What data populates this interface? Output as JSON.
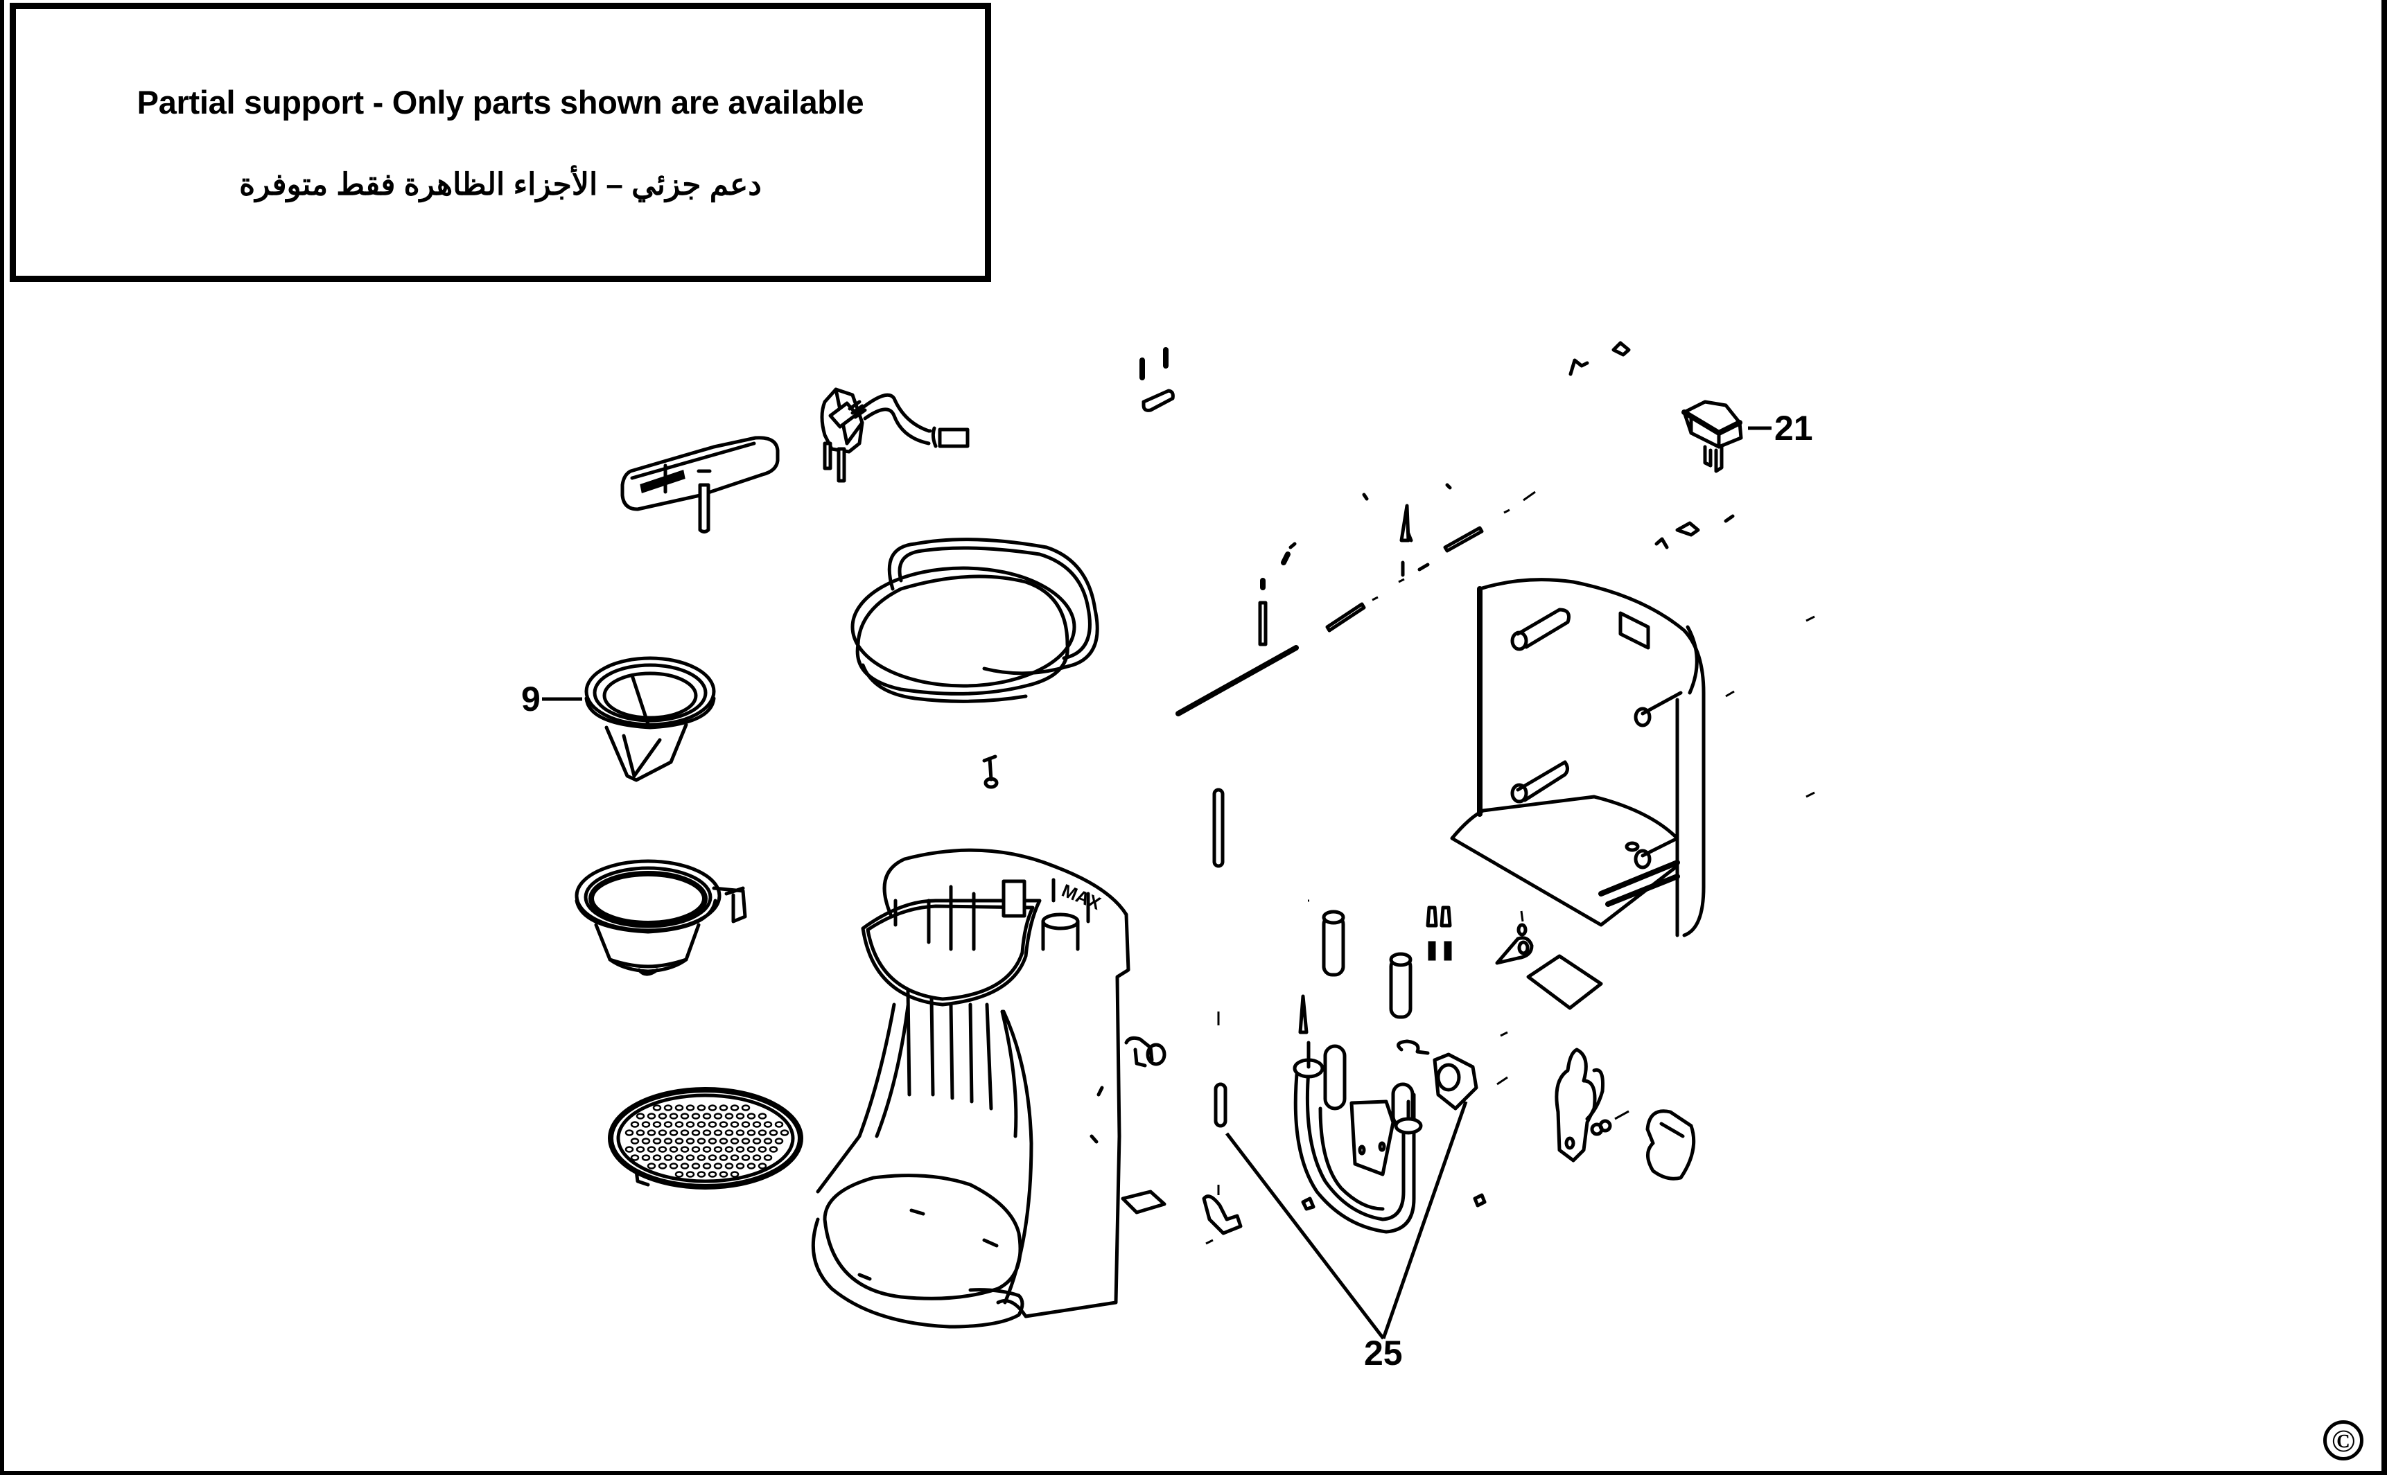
{
  "notice": {
    "english": "Partial support - Only parts shown are available",
    "arabic": "دعم جزئي – الأجزاء الظاهرة فقط متوفرة"
  },
  "callouts": [
    {
      "part": "switch",
      "label": "21"
    },
    {
      "part": "filter-insert",
      "label": "9"
    },
    {
      "part": "heating-element",
      "label": "25"
    }
  ],
  "diagram_markings": {
    "water_tank_level": "MAX"
  },
  "copyright_symbol": "©",
  "colors": {
    "ink": "#000000",
    "paper": "#ffffff"
  }
}
